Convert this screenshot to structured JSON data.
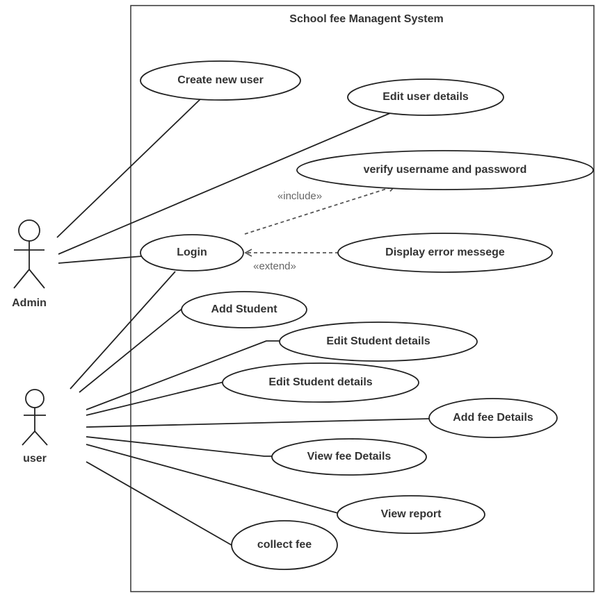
{
  "system": {
    "title": "School fee Managent System"
  },
  "actors": {
    "admin": {
      "label": "Admin"
    },
    "user": {
      "label": "user"
    }
  },
  "use_cases": {
    "create_new_user": "Create new user",
    "edit_user_details": "Edit user details",
    "verify_username_password": "verify username and password",
    "login": "Login",
    "display_error_message": "Display error messege",
    "add_student": "Add Student",
    "edit_student_details_1": "Edit Student details",
    "edit_student_details_2": "Edit Student details",
    "add_fee_details": "Add fee Details",
    "view_fee_details": "View fee Details",
    "view_report": "View report",
    "collect_fee": "collect fee"
  },
  "relationships": {
    "include": "«include»",
    "extend": "«extend»"
  }
}
